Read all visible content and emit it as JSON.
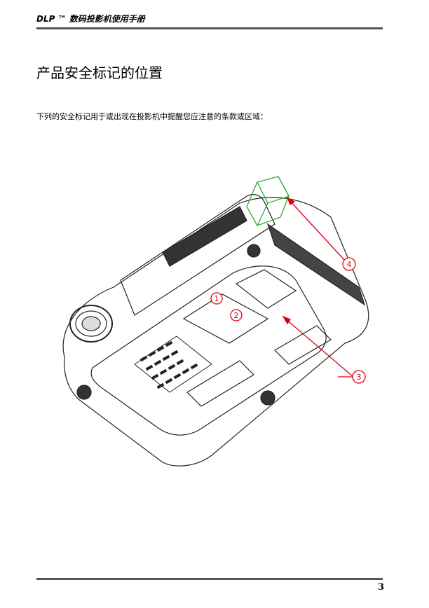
{
  "header": {
    "text": "DLP ™ 数码投影机使用手册"
  },
  "title": "产品安全标记的位置",
  "intro": "下列的安全标记用于或出现在投影机中提醒您应注意的条款或区域：",
  "figure": {
    "callouts": [
      {
        "label": "①"
      },
      {
        "label": "②"
      },
      {
        "label": "③"
      },
      {
        "label": "④"
      }
    ],
    "colors": {
      "callout": "#e0000f",
      "green_outline": "#33aa33",
      "line": "#222222"
    }
  },
  "footer": {
    "page_number": "3"
  }
}
